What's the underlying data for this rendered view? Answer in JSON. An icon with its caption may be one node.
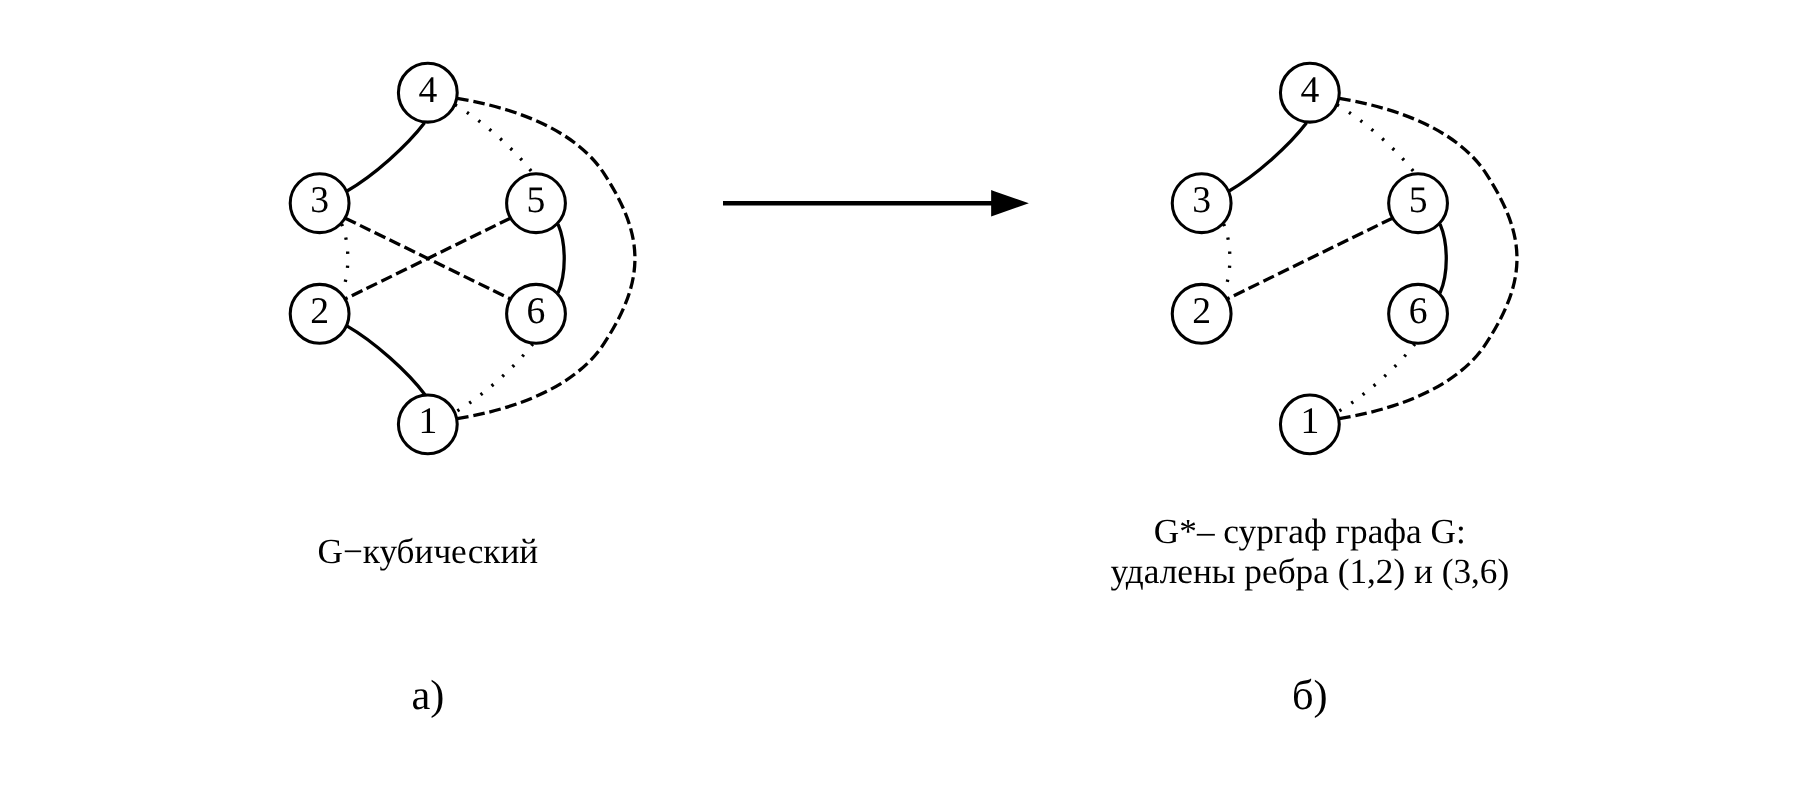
{
  "diagram": {
    "nodes": [
      {
        "text": [
          "4"
        ]
      },
      {
        "text": [
          "3"
        ]
      },
      {
        "text": [
          "5"
        ]
      },
      {
        "text": [
          "2"
        ]
      },
      {
        "text": [
          "6"
        ]
      },
      {
        "text": [
          "1"
        ]
      },
      {
        "text": [
          "4"
        ]
      },
      {
        "text": [
          "3"
        ]
      },
      {
        "text": [
          "5"
        ]
      },
      {
        "text": [
          "2"
        ]
      },
      {
        "text": [
          "6"
        ]
      },
      {
        "text": [
          "1"
        ]
      }
    ],
    "edges": [
      {
        "from": 0,
        "to": 1,
        "arrow": "none"
      },
      {
        "from": 0,
        "to": 2,
        "arrow": "none",
        "style": "dashed"
      },
      {
        "from": 1,
        "to": 3,
        "arrow": "none",
        "style": "dashed"
      },
      {
        "from": 2,
        "to": 4,
        "arrow": "none"
      },
      {
        "from": 3,
        "to": 5,
        "arrow": "none"
      },
      {
        "from": 4,
        "to": 5,
        "arrow": "none",
        "style": "dashed"
      },
      {
        "from": 0,
        "to": 5,
        "arrow": "none",
        "style": "dashed"
      },
      {
        "from": 1,
        "to": 4,
        "arrow": "none",
        "style": "dashed"
      },
      {
        "from": 2,
        "to": 3,
        "arrow": "none",
        "style": "dashed"
      },
      {
        "from": 6,
        "to": 7,
        "arrow": "none"
      },
      {
        "from": 6,
        "to": 8,
        "arrow": "none",
        "style": "dashed"
      },
      {
        "from": 7,
        "to": 9,
        "arrow": "none",
        "style": "dashed"
      },
      {
        "from": 8,
        "to": 10,
        "arrow": "none"
      },
      {
        "from": 10,
        "to": 11,
        "arrow": "none",
        "style": "dashed"
      },
      {
        "from": 6,
        "to": 11,
        "arrow": "none",
        "style": "dashed"
      },
      {
        "from": 8,
        "to": 9,
        "arrow": "none",
        "style": "dashed"
      }
    ],
    "labels": [
      "G−кубический",
      "G*– сургаф графа G: удалены ребра (1,2) и (3,6)",
      "а)",
      "б)"
    ]
  }
}
